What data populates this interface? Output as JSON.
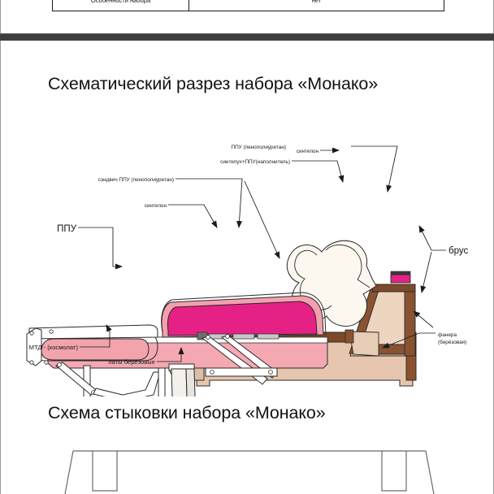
{
  "document": {
    "previous_page_table": {
      "row_label": "Особенности набора",
      "row_value": "нет"
    },
    "sections": [
      {
        "id": "cross-section",
        "title": "Схематический разрез набора «Монако»"
      },
      {
        "id": "joining",
        "title": "Схема стыковки набора «Монако»"
      }
    ]
  },
  "headings": {
    "cross_section": "Схематический разрез набора «Монако»",
    "joining": "Схема стыковки набора «Монако»"
  },
  "diagram": {
    "name": "Схематический разрез набора «Монако»",
    "callouts": [
      {
        "key": "ppu_back",
        "text": "ППУ (пенополиуретан)"
      },
      {
        "key": "sintepon_back",
        "text": "синтепон"
      },
      {
        "key": "sintepuh_ppu",
        "text": "синтепух+ППУ(наполнитель)"
      },
      {
        "key": "sandwich_ppu",
        "text": "сэндвич ППУ (пенополиуретан)"
      },
      {
        "key": "sintepon_seat",
        "text": "синтепон"
      },
      {
        "key": "ppu_arm",
        "text": "ППУ"
      },
      {
        "key": "mtd",
        "text": "МТД - (космолат)"
      },
      {
        "key": "laty",
        "text": "латы берёзовые"
      },
      {
        "key": "brus",
        "text": "брус"
      },
      {
        "key": "fanera_line1",
        "text": "фанера"
      },
      {
        "key": "fanera_line2",
        "text": "(берёзовая)"
      }
    ],
    "colors": {
      "cushion_core": "#e62186",
      "cushion_foam": "#f3a0ae",
      "arm_foam": "#f2a3ac",
      "wood_beam": "#8a5230",
      "plywood": "#e3c3ab",
      "frame_fill": "#efd9c6",
      "outline": "#2a2a2a",
      "metal": "#ffffff",
      "sintepon_fill": "#fbf6ec"
    }
  }
}
